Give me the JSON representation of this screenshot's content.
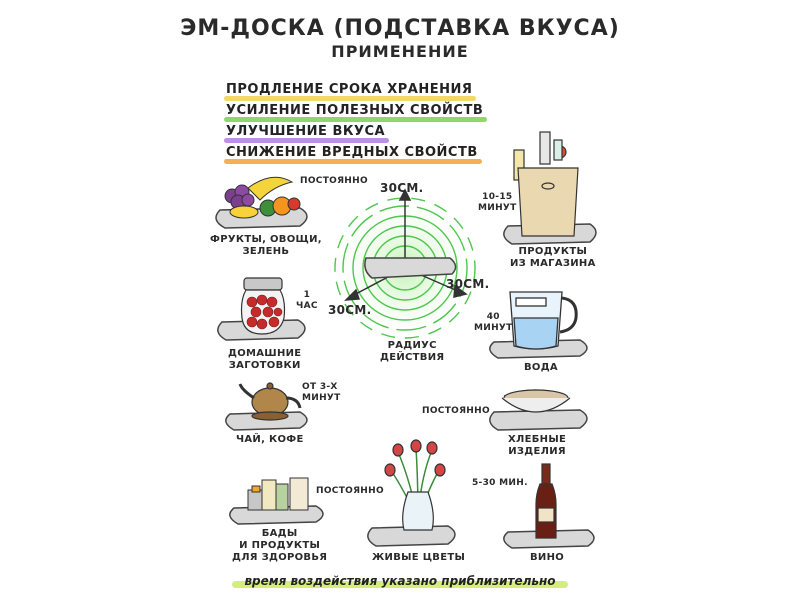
{
  "header": {
    "title": "ЭМ-ДОСКА (ПОДСТАВКА ВКУСА)",
    "subtitle": "ПРИМЕНЕНИЕ"
  },
  "benefits": [
    {
      "text": "ПРОДЛЕНИЕ СРОКА ХРАНЕНИЯ",
      "color": "#f2d14a"
    },
    {
      "text": "УСИЛЕНИЕ ПОЛЕЗНЫХ СВОЙСТВ",
      "color": "#7fd04a"
    },
    {
      "text": "УЛУЧШЕНИЕ ВКУСА",
      "color": "#b27be0"
    },
    {
      "text": "СНИЖЕНИЕ ВРЕДНЫХ СВОЙСТВ",
      "color": "#f2a23a"
    }
  ],
  "center": {
    "radius_top": "30СМ.",
    "radius_right": "30СМ.",
    "radius_left": "30СМ.",
    "label": "РАДИУС\nДЕЙСТВИЯ",
    "wave_color": "#6fd66f"
  },
  "items": {
    "fruits": {
      "label": "ФРУКТЫ, ОВОЩИ,\nЗЕЛЕНЬ",
      "time": "ПОСТОЯННО"
    },
    "store": {
      "label": "ПРОДУКТЫ\nИЗ МАГАЗИНА",
      "time": "10-15\nМИНУТ"
    },
    "preserves": {
      "label": "ДОМАШНИЕ\nЗАГОТОВКИ",
      "time": "1\nЧАС"
    },
    "water": {
      "label": "ВОДА",
      "time": "40\nМИНУТ"
    },
    "tea": {
      "label": "ЧАЙ, КОФЕ",
      "time": "ОТ 3-Х\nМИНУТ"
    },
    "bread": {
      "label": "ХЛЕБНЫЕ\nИЗДЕЛИЯ",
      "time": "ПОСТОЯННО"
    },
    "supplements": {
      "label": "БАДЫ\nИ ПРОДУКТЫ\nДЛЯ ЗДОРОВЬЯ",
      "time": "ПОСТОЯННО"
    },
    "flowers": {
      "label": "ЖИВЫЕ ЦВЕТЫ",
      "time": ""
    },
    "wine": {
      "label": "ВИНО",
      "time": "5-30 МИН."
    }
  },
  "footer": {
    "note": "время воздействия указано приблизительно"
  },
  "colors": {
    "board": "#d8d8d8",
    "board_edge": "#444444"
  }
}
